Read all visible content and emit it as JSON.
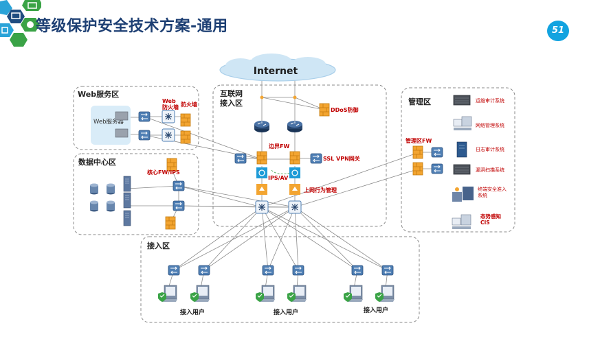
{
  "header": {
    "title": "等级保护安全技术方案-通用",
    "page_number": "51",
    "logo_icons": [
      "grid-icon",
      "email-icon",
      "monitor-icon",
      "cloud-icon",
      "network-icon",
      "shop-icon"
    ]
  },
  "internet": {
    "label": "Internet"
  },
  "zones": {
    "web": {
      "title": "Web服务区",
      "server_label": "Web服务器",
      "fw_label": "Web防火墙",
      "fw2_label": "防火墙"
    },
    "datacenter": {
      "title": "数据中心区",
      "core_fw_label": "核心FW/IPS"
    },
    "internet_access": {
      "title": "互联网接入区",
      "ddos_label": "DDoS防御",
      "border_fw_label": "边界FW",
      "ssl_vpn_label": "SSL VPN网关",
      "ips_label": "IPS/AV",
      "behavior_label": "上网行为管理"
    },
    "management": {
      "title": "管理区",
      "fw_label": "管理区FW",
      "systems": [
        "运维审计系统",
        "网络管理系统",
        "日志审计系统",
        "漏洞扫描系统",
        "终端安全准入系统",
        "态势感知CIS"
      ]
    },
    "access": {
      "title": "接入区",
      "user_label": "接入用户"
    }
  },
  "colors": {
    "title": "#1d3f73",
    "accent": "#12a3e0",
    "red_label": "#c00000",
    "zone_border": "#8a8a8a",
    "link": "#8a8a8a",
    "firewall": "#f3a531",
    "switch": "#4f7fb4",
    "router": "#27456d",
    "shield": "#3aa346"
  }
}
